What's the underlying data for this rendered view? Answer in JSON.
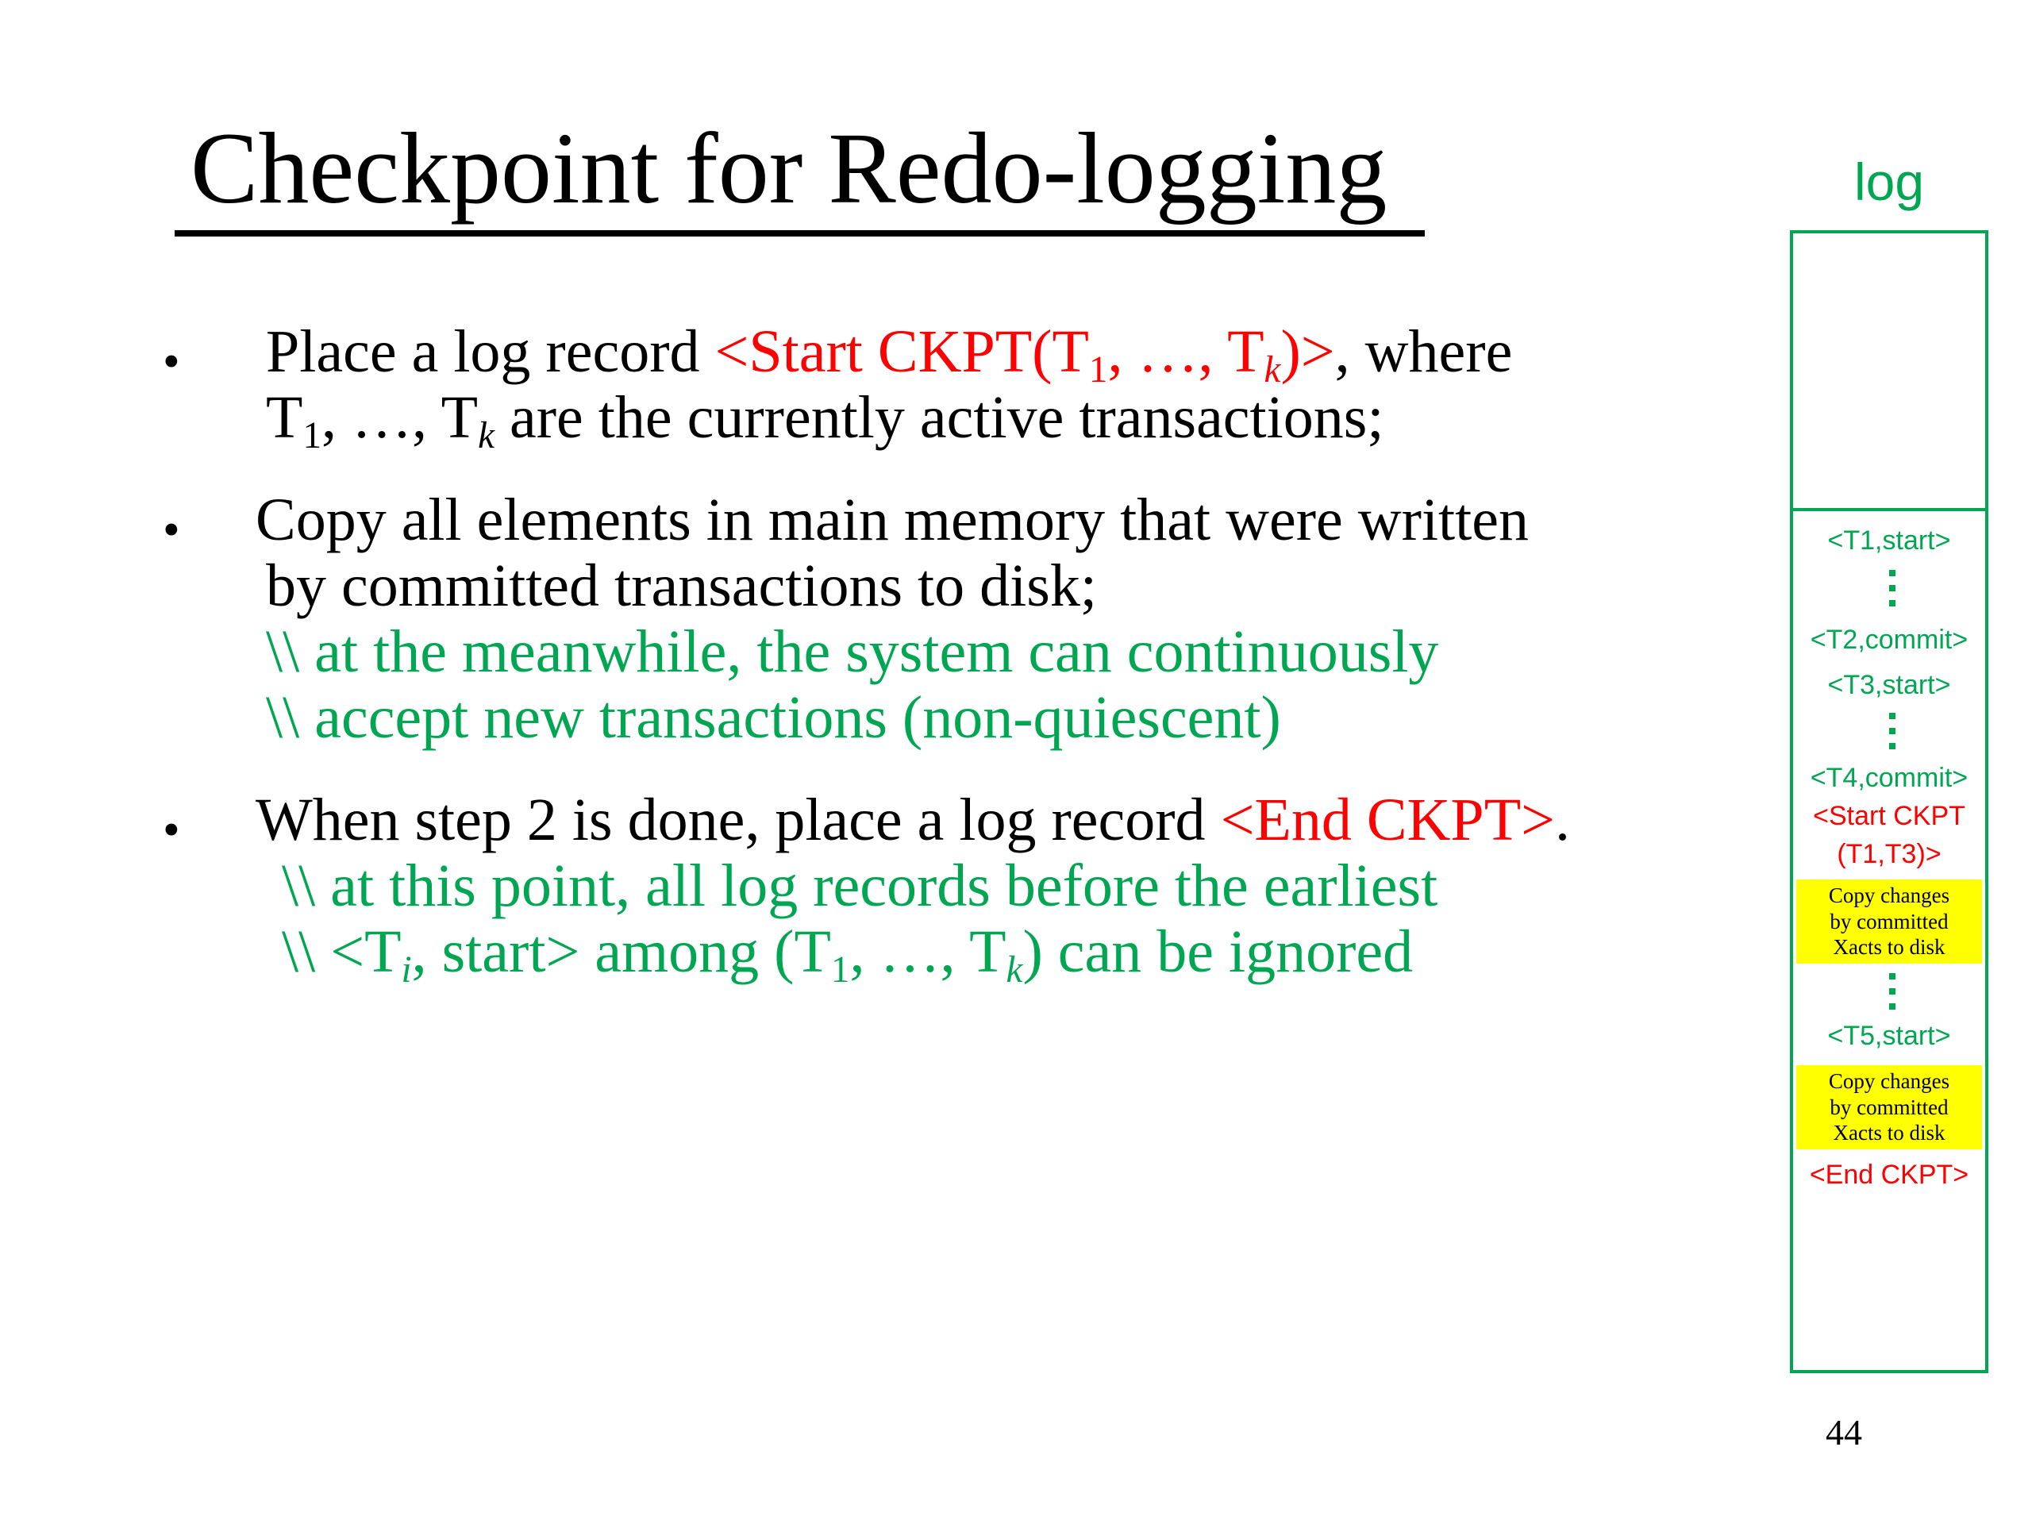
{
  "slide": {
    "title": "Checkpoint for Redo-logging",
    "bullet_symbol": "•",
    "page_number": "44"
  },
  "bullets": [
    {
      "line1": {
        "a": "Place a log record ",
        "red_a": "<Start CKPT(T",
        "red_sub1": "1",
        "red_b": ", …, T",
        "red_subk": "k",
        "red_c": ")>",
        "b": ", where"
      },
      "line2": {
        "a": "T",
        "sub1": "1",
        "b": ", …, T",
        "subk": "k",
        "c": " are the currently active transactions;"
      }
    },
    {
      "line1": "Copy all elements in main memory that were written",
      "line2": "by committed transactions to disk;",
      "comment1": "\\\\ at the meanwhile, the system can continuously",
      "comment2": "\\\\ accept new transactions (non-quiescent)"
    },
    {
      "line1": {
        "a": "When step 2 is done, place a log record ",
        "red": "<End CKPT>",
        "b": "."
      },
      "comment1": "\\\\ at this point, all log records before the earliest",
      "comment2": {
        "a": "\\\\  <T",
        "subi": "i",
        "b": ", start> among (T",
        "sub1": "1",
        "c": ", …, T",
        "subk": "k",
        "d": ") can be ignored"
      }
    }
  ],
  "log": {
    "label": "log",
    "records": {
      "t1_start": "<T1,start>",
      "t2_commit": "<T2,commit>",
      "t3_start": "<T3,start>",
      "t4_commit": "<T4,commit>",
      "start_ckpt_line1": "<Start CKPT",
      "start_ckpt_line2": "(T1,T3)>",
      "t5_start": "<T5,start>",
      "end_ckpt": "<End CKPT>"
    },
    "copy_note": {
      "line1": "Copy changes",
      "line2": "by committed",
      "line3": "Xacts to disk"
    }
  },
  "colors": {
    "text": "#000000",
    "highlight_red": "#ff0000",
    "comment_green": "#00a651",
    "note_yellow": "#ffff00"
  }
}
